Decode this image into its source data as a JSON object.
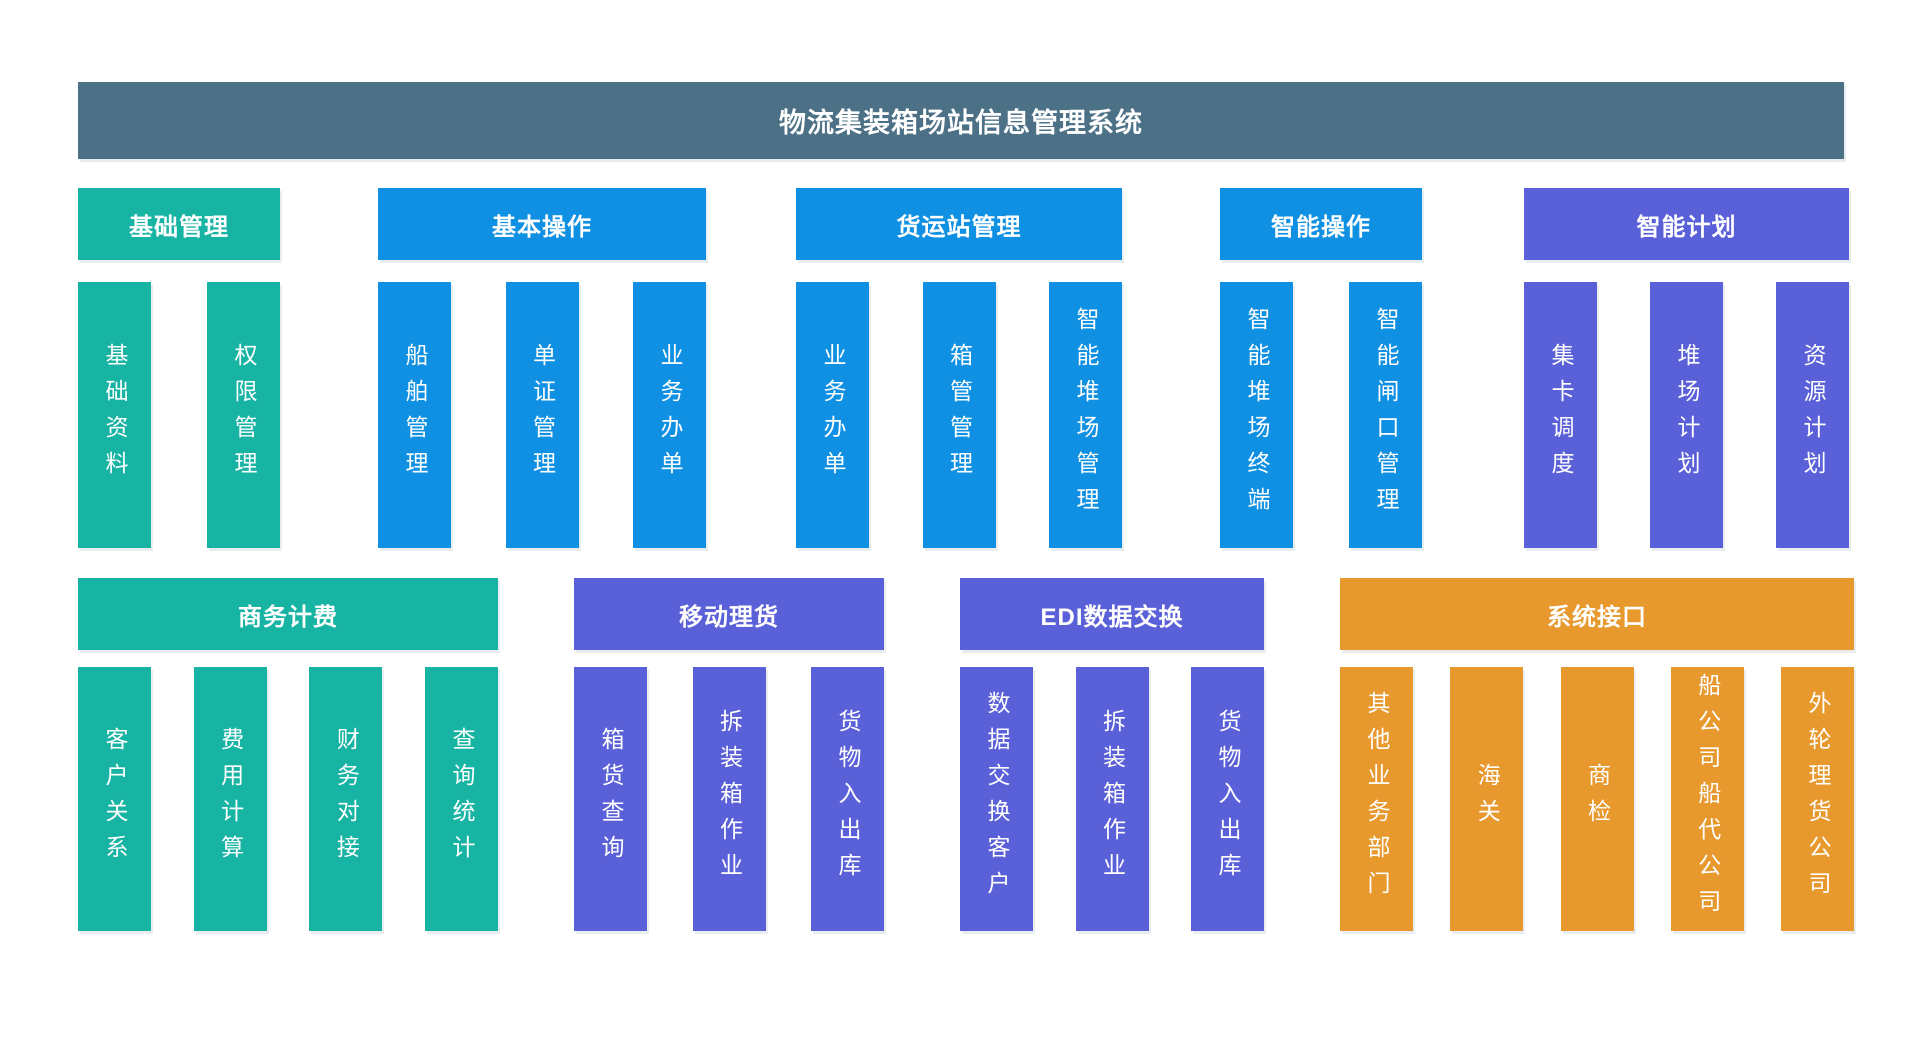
{
  "title": "物流集装箱场站信息管理系统",
  "colors": {
    "banner": "#4c7086",
    "teal": "#17b3a3",
    "blue": "#0f90e2",
    "purple": "#5a60d8",
    "orange": "#e8992e"
  },
  "rows": [
    {
      "groups": [
        {
          "label": "基础管理",
          "color": "teal",
          "columns": [
            "基础资料",
            "权限管理"
          ]
        },
        {
          "label": "基本操作",
          "color": "blue",
          "columns": [
            "船舶管理",
            "单证管理",
            "业务办单"
          ]
        },
        {
          "label": "货运站管理",
          "color": "blue",
          "columns": [
            "业务办单",
            "箱管管理",
            "智能堆场管理"
          ]
        },
        {
          "label": "智能操作",
          "color": "blue",
          "columns": [
            "智能堆场终端",
            "智能闸口管理"
          ]
        },
        {
          "label": "智能计划",
          "color": "purple",
          "columns": [
            "集卡调度",
            "堆场计划",
            "资源计划"
          ]
        }
      ]
    },
    {
      "groups": [
        {
          "label": "商务计费",
          "color": "teal",
          "columns": [
            "客户关系",
            "费用计算",
            "财务对接",
            "查询统计"
          ]
        },
        {
          "label": "移动理货",
          "color": "purple",
          "columns": [
            "箱货查询",
            "拆装箱作业",
            "货物入出库"
          ]
        },
        {
          "label": "EDI数据交换",
          "color": "purple",
          "columns": [
            "数据交换客户",
            "拆装箱作业",
            "货物入出库"
          ]
        },
        {
          "label": "系统接口",
          "color": "orange",
          "columns": [
            "其他业务部门",
            "海关",
            "商检",
            "船公司船代公司",
            "外轮理货公司"
          ]
        }
      ]
    }
  ]
}
